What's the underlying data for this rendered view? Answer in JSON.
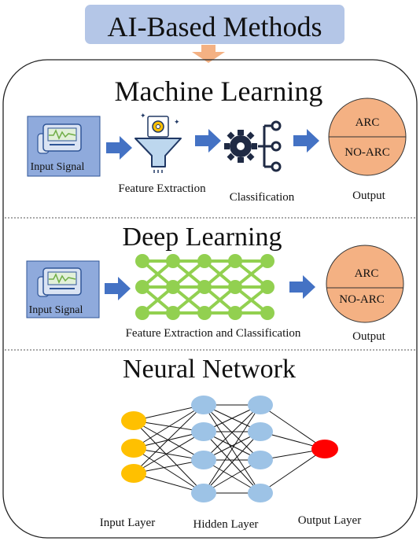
{
  "header": {
    "title": "AI-Based Methods"
  },
  "machine_learning": {
    "title": "Machine Learning",
    "input_label": "Input Signal",
    "feature_label": "Feature Extraction",
    "classification_label": "Classification",
    "output_label": "Output",
    "output_top": "ARC",
    "output_bottom": "NO-ARC"
  },
  "deep_learning": {
    "title": "Deep Learning",
    "input_label": "Input Signal",
    "network_label": "Feature Extraction and Classification",
    "output_label": "Output",
    "output_top": "ARC",
    "output_bottom": "NO-ARC"
  },
  "neural_network": {
    "title": "Neural Network",
    "input_layer_label": "Input Layer",
    "hidden_layer_label": "Hidden Layer",
    "output_layer_label": "Output Layer"
  },
  "colors": {
    "title_box": "#b4c6e7",
    "arrow_blue": "#4472c4",
    "arrow_orange": "#f4b183",
    "output_circle": "#f4b183",
    "input_node": "#ffc000",
    "hidden_node": "#9dc3e6",
    "output_node": "#ff0000",
    "dl_node": "#92d050",
    "signal_box": "#8faadc"
  }
}
